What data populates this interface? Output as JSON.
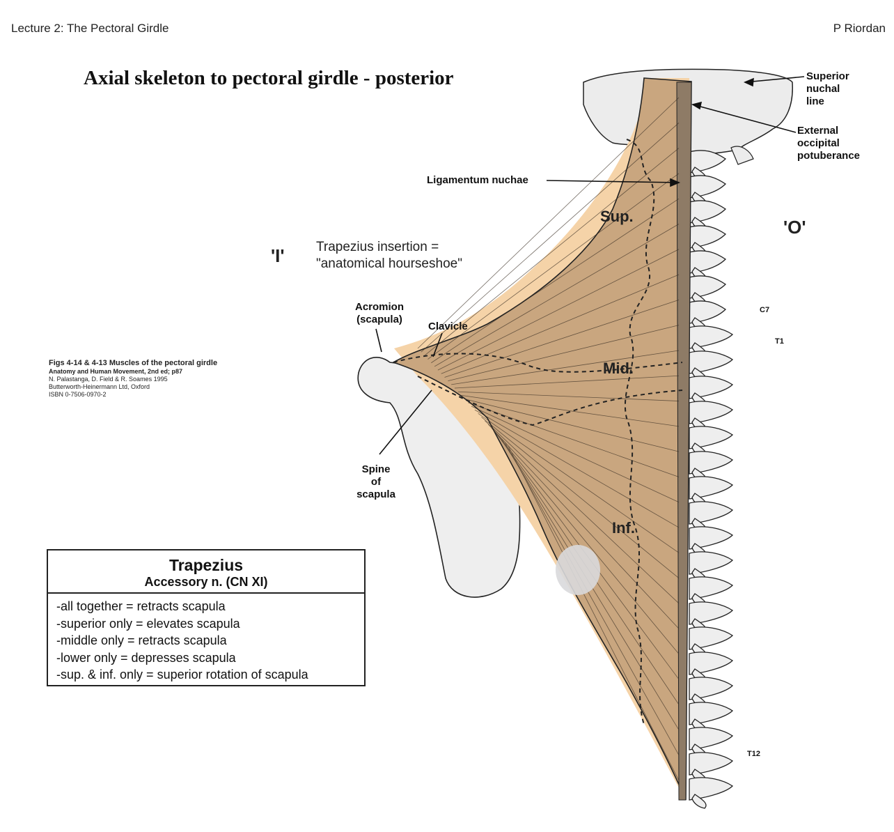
{
  "header": {
    "left": "Lecture 2: The Pectoral Girdle",
    "right": "P Riordan"
  },
  "title": "Axial skeleton to pectoral girdle - posterior",
  "labels": {
    "superior_nuchal_line": [
      "Superior",
      "nuchal",
      "line"
    ],
    "external_occipital": [
      "External",
      "occipital",
      "potuberance"
    ],
    "ligamentum_nuchae": "Ligamentum nuchae",
    "acromion": [
      "Acromion",
      "(scapula)"
    ],
    "clavicle": "Clavicle",
    "spine_of_scapula": [
      "Spine",
      "of",
      "scapula"
    ],
    "c7": "C7",
    "t1": "T1",
    "t12": "T12"
  },
  "regions": {
    "sup": "Sup.",
    "mid": "Mid.",
    "inf": "Inf."
  },
  "markers": {
    "insertion": "'I'",
    "origin": "'O'"
  },
  "insertion_note": [
    "Trapezius insertion =",
    "\"anatomical hourseshoe\""
  ],
  "credit": {
    "title": "Figs 4-14 & 4-13 Muscles of the pectoral girdle",
    "book": "Anatomy and Human Movement, 2nd ed; p87",
    "authors": "N. Palastanga, D. Field & R. Soames 1995",
    "publisher": "Butterworth-Heinermann Ltd, Oxford",
    "isbn": "ISBN 0-7506-0970-2"
  },
  "summary_box": {
    "title": "Trapezius",
    "subtitle": "Accessory n. (CN XI)",
    "items": [
      "-all together = retracts scapula",
      "-superior only = elevates scapula",
      "-middle only = retracts scapula",
      "-lower only = depresses scapula",
      "-sup. & inf. only = superior rotation of scapula"
    ]
  },
  "colors": {
    "muscle": "#C9A67F",
    "muscle_shadow": "#F5D3A8",
    "bone": "#EDEDED",
    "outline": "#1a1a1a",
    "highlight": "#D9D9DC"
  }
}
